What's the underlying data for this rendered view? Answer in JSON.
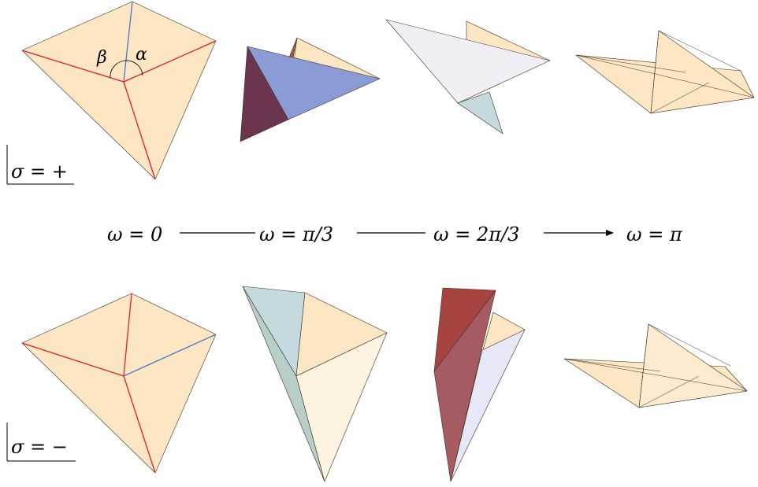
{
  "angle_labels": {
    "beta": "β",
    "alpha": "α"
  },
  "sign_labels": {
    "plus": "σ = +",
    "minus": "σ = −"
  },
  "omega_labels": [
    "ω = 0",
    "ω = π/3",
    "ω = 2π/3",
    "ω = π"
  ],
  "colors": {
    "paper": "#fde6c4",
    "paper_light": "#fef3e0",
    "crease_red": "#e02020",
    "crease_blue": "#4a78c8",
    "face_blue": "#8a9bd6",
    "face_plum": "#6b3550",
    "face_lavender": "#f1eef6",
    "face_teal": "#c5dade",
    "face_teal_dark": "#b8cfc8",
    "face_red": "#a8443f",
    "face_red_dark": "#a65a62",
    "face_periwinkle": "#e6e8f8",
    "face_brown": "#b5553a"
  }
}
